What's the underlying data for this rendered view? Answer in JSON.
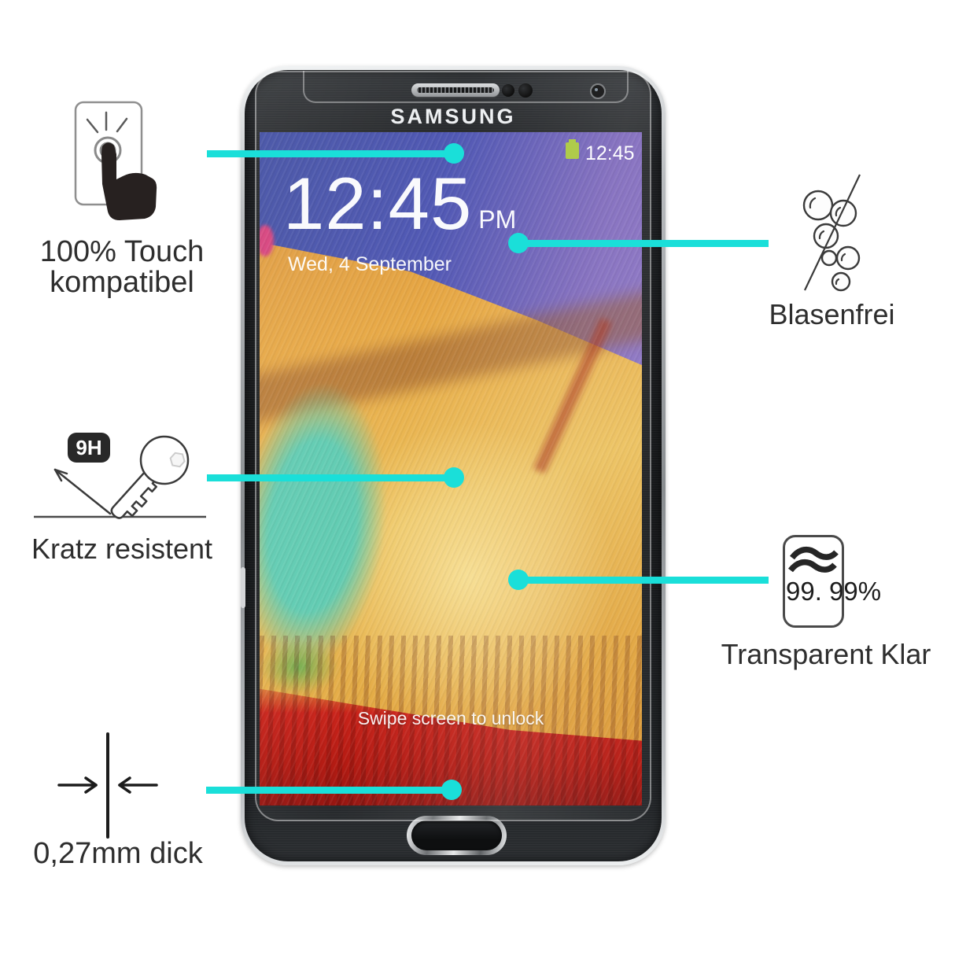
{
  "features": {
    "touch": {
      "line1": "100% Touch",
      "line2": "kompatibel",
      "icon": "finger-press-icon"
    },
    "scratch": {
      "badge": "9H",
      "label": "Kratz resistent",
      "icon": "key-scratch-icon"
    },
    "thickness": {
      "label": "0,27mm dick",
      "icon": "thickness-arrows-icon"
    },
    "bubble_free": {
      "label": "Blasenfrei",
      "icon": "no-bubbles-icon"
    },
    "clarity": {
      "value": "99. 99%",
      "label": "Transparent Klar",
      "icon": "transparency-waves-icon"
    }
  },
  "phone": {
    "brand": "SAMSUNG",
    "status_bar": {
      "time": "12:45",
      "battery_icon": "battery-icon"
    },
    "lock_screen": {
      "time": "12:45",
      "meridiem": "PM",
      "date": "Wed, 4 September",
      "unlock_hint": "Swipe screen to unlock"
    }
  },
  "colors": {
    "callout_line": "#1adfd9",
    "battery": "#a9c73c",
    "label_text": "#2e2e2e"
  }
}
